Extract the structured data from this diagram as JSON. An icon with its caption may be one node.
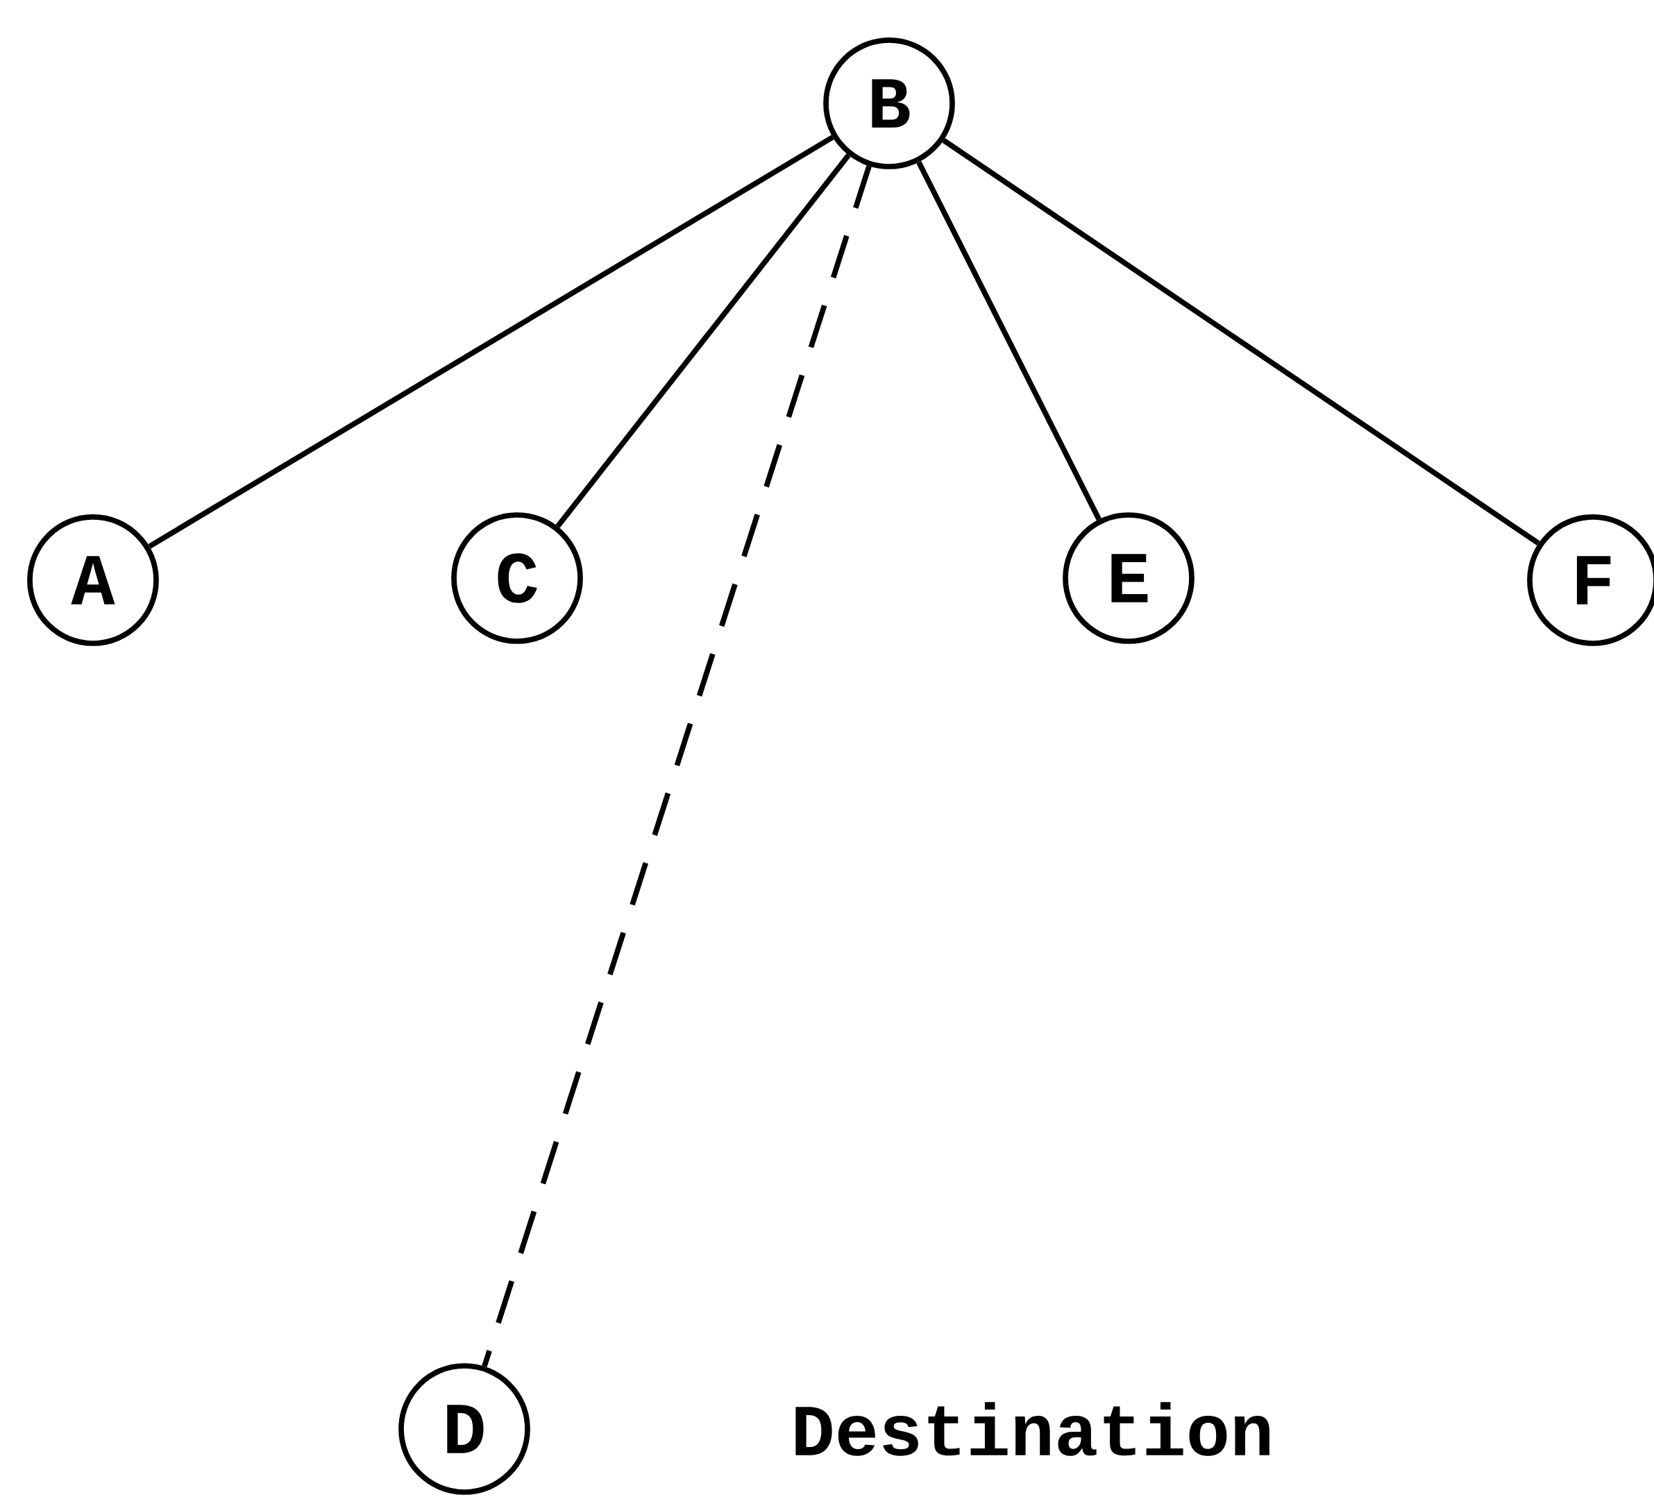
{
  "diagram": {
    "nodes": [
      {
        "text": [
          "B"
        ]
      },
      {
        "text": [
          "A"
        ]
      },
      {
        "text": [
          "C"
        ]
      },
      {
        "text": [
          "E"
        ]
      },
      {
        "text": [
          "F"
        ]
      },
      {
        "text": [
          "D"
        ],
        "beside": [
          "Destination"
        ]
      }
    ],
    "edges": [
      {
        "from": 0,
        "to": 1,
        "arrow": "none"
      },
      {
        "from": 0,
        "to": 2,
        "arrow": "none"
      },
      {
        "from": 0,
        "to": 5,
        "arrow": "none",
        "style": "dashed"
      },
      {
        "from": 0,
        "to": 3,
        "arrow": "none"
      },
      {
        "from": 0,
        "to": 4,
        "arrow": "none"
      }
    ]
  }
}
